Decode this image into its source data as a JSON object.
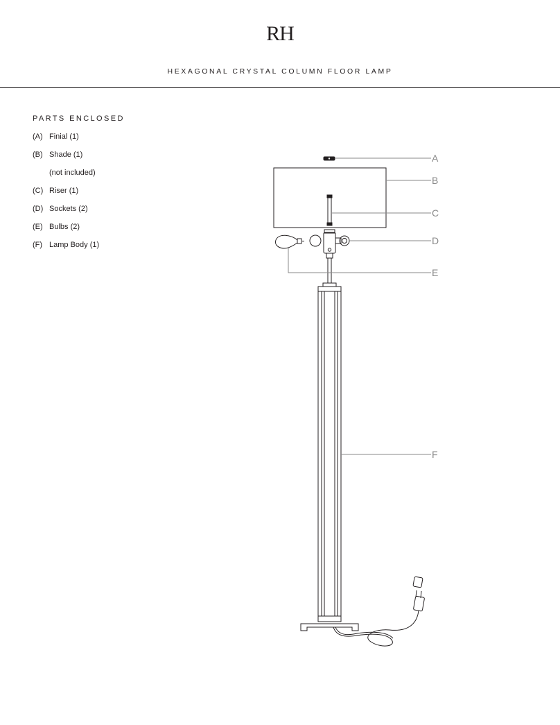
{
  "header": {
    "logo": "RH",
    "title": "HEXAGONAL CRYSTAL COLUMN FLOOR LAMP"
  },
  "parts": {
    "heading": "PARTS ENCLOSED",
    "items": [
      {
        "letter": "(A)",
        "label": "Finial (1)"
      },
      {
        "letter": "(B)",
        "label": "Shade (1)"
      },
      {
        "letter": "",
        "label": "(not included)"
      },
      {
        "letter": "(C)",
        "label": "Riser (1)"
      },
      {
        "letter": "(D)",
        "label": "Sockets (2)"
      },
      {
        "letter": "(E)",
        "label": "Bulbs (2)"
      },
      {
        "letter": "(F)",
        "label": "Lamp Body (1)"
      }
    ]
  },
  "diagram": {
    "callouts": [
      "A",
      "B",
      "C",
      "D",
      "E",
      "F"
    ],
    "line_color": "#231f20",
    "callout_color": "#8a8a8a"
  }
}
